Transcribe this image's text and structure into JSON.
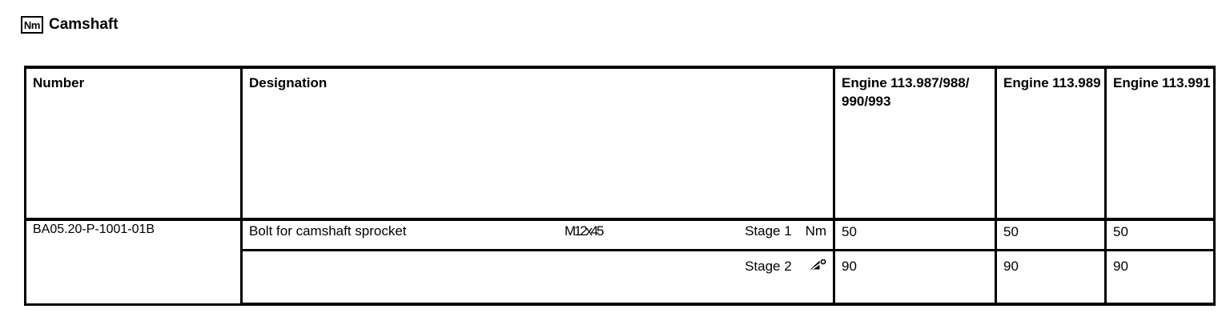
{
  "header": {
    "unit_badge": "Nm",
    "title": "Camshaft"
  },
  "table": {
    "columns": [
      {
        "key": "number",
        "label": "Number"
      },
      {
        "key": "designation",
        "label": "Designation"
      },
      {
        "key": "engine1",
        "label": "Engine",
        "sub1": "113.987/988/",
        "sub2": "990/993"
      },
      {
        "key": "engine2",
        "label": "Engine",
        "sub1": "113.989"
      },
      {
        "key": "engine3",
        "label": "Engine",
        "sub1": "113.991"
      }
    ],
    "rows": [
      {
        "number": "BA05.20-P-1001-01B",
        "designation": "Bolt for camshaft sprocket",
        "size": "M12x45",
        "stage": "Stage 1",
        "unit": "Nm",
        "unit_icon": "",
        "engine1": "50",
        "engine2": "50",
        "engine3": "50"
      },
      {
        "number": "",
        "designation": "",
        "size": "",
        "stage": "Stage 2",
        "unit": "",
        "unit_icon": "angle-degree-icon",
        "engine1": "90",
        "engine2": "90",
        "engine3": "90"
      }
    ]
  },
  "colors": {
    "ink": "#000000",
    "paper": "#ffffff"
  }
}
